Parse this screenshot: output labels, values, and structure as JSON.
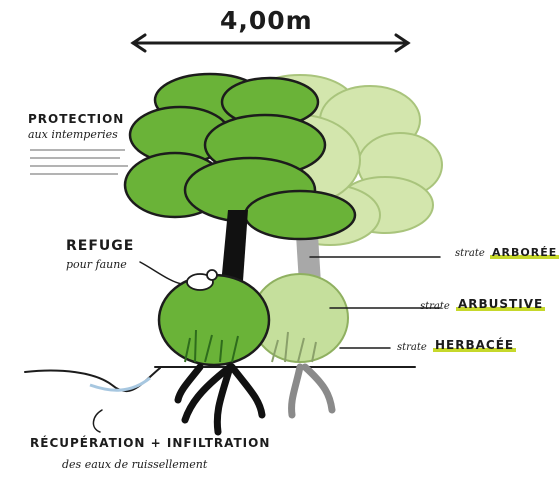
{
  "dimension": {
    "width_label": "4,00m"
  },
  "labels": {
    "protection_title": "PROTECTION",
    "protection_sub": "aux intemperies",
    "refuge_title": "REFUGE",
    "refuge_sub": "pour faune",
    "strate_word": "strate",
    "arboree": "ARBORÉE",
    "arbustive": "ARBUSTIVE",
    "herbacee": "HERBACÉE",
    "recuperation_title": "RÉCUPÉRATION + INFILTRATION",
    "recuperation_sub": "des eaux de ruissellement"
  },
  "colors": {
    "dark_green": "#4fa02a",
    "mid_green": "#70b83a",
    "light_green": "#b9d88f",
    "pale_green": "#d3e6ad",
    "trunk": "#111111",
    "trunk_grey": "#a8a8a8",
    "accent_yellow_green": "#c6d82b",
    "ink": "#1c1c1c"
  }
}
